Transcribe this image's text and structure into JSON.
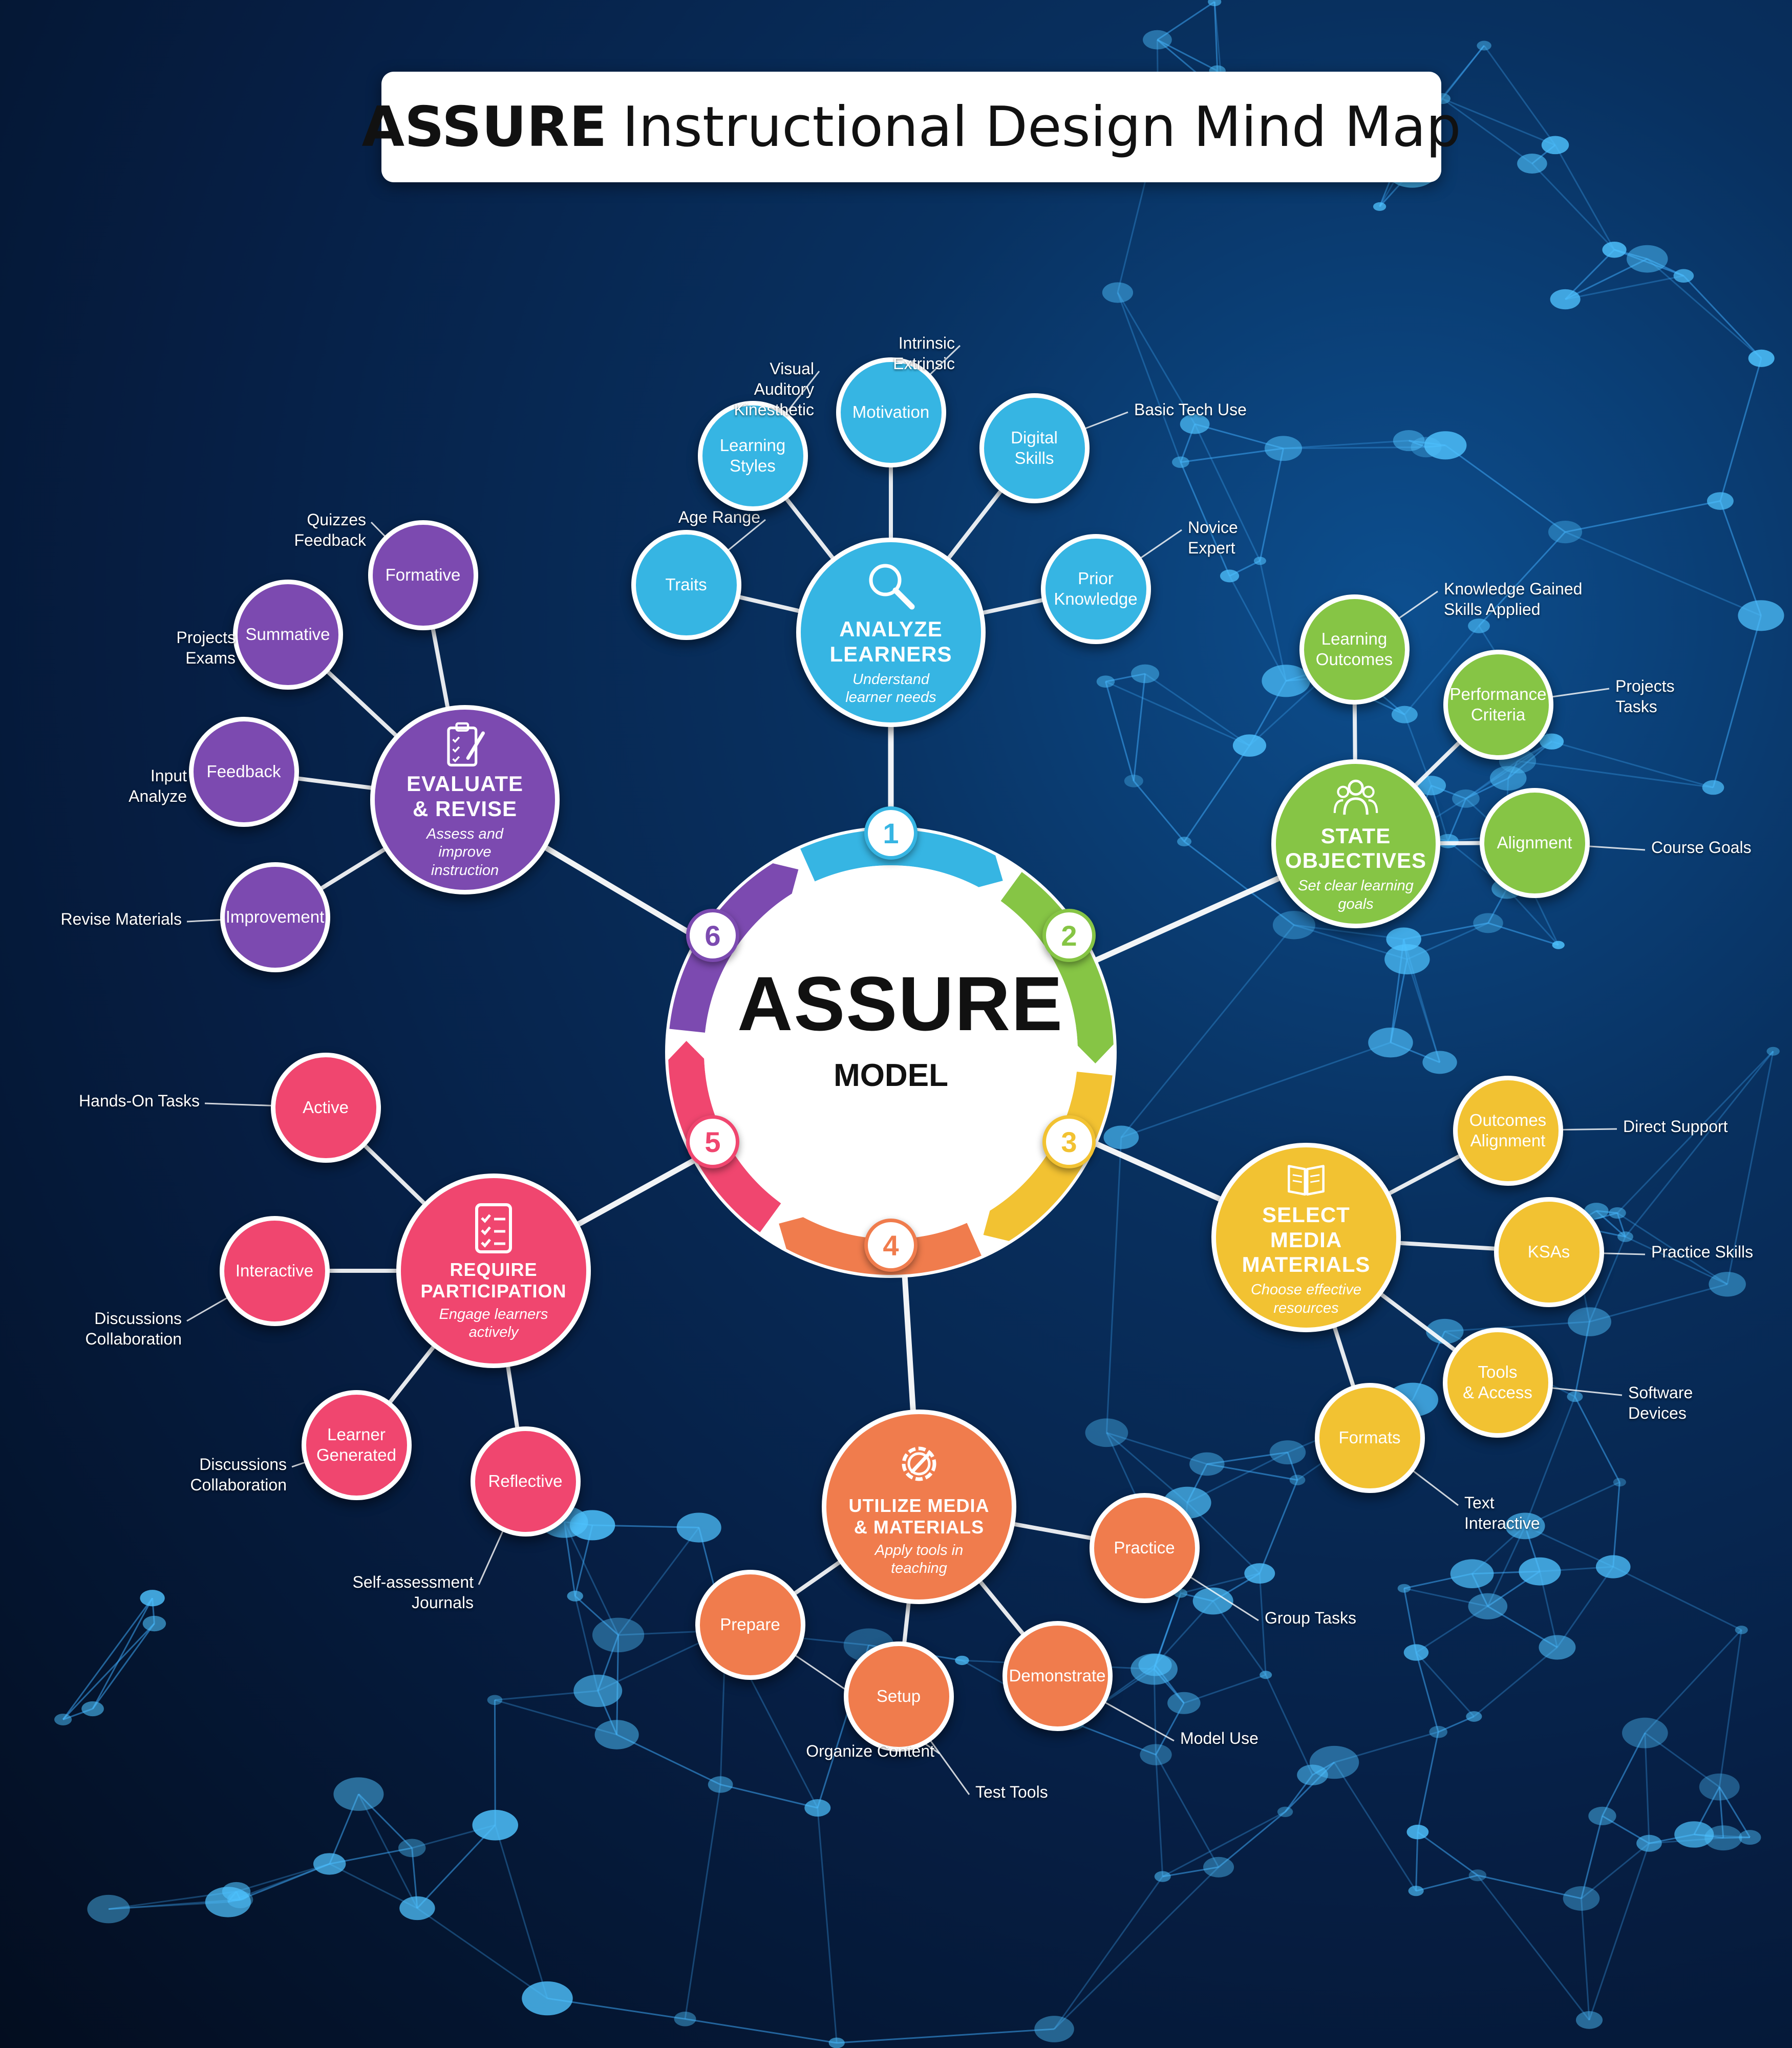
{
  "title": {
    "bold": "ASSURE",
    "rest": "Instructional Design Mind Map"
  },
  "center": {
    "title": "ASSURE",
    "subtitle": "MODEL"
  },
  "steps": [
    "1",
    "2",
    "3",
    "4",
    "5",
    "6"
  ],
  "colors": {
    "blue": "#36b5e3",
    "green": "#86c545",
    "yellow": "#f2c232",
    "orange": "#f07c4d",
    "pink": "#f0466f",
    "purple": "#7c4ab0"
  },
  "branches": {
    "analyze": {
      "title": "ANALYZE\nLEARNERS",
      "subtitle": "Understand\nlearner needs",
      "icon": "magnifier-icon",
      "subs": [
        {
          "label": "Traits",
          "leaf": "Age Range"
        },
        {
          "label": "Learning\nStyles",
          "leaf": "Visual\nAuditory\nKinesthetic"
        },
        {
          "label": "Motivation",
          "leaf": "Intrinsic\nExtrinsic"
        },
        {
          "label": "Digital\nSkills",
          "leaf": "Basic Tech Use"
        },
        {
          "label": "Prior\nKnowledge",
          "leaf": "Novice\nExpert"
        }
      ]
    },
    "objectives": {
      "title": "STATE\nOBJECTIVES",
      "subtitle": "Set clear learning\ngoals",
      "icon": "people-group-icon",
      "subs": [
        {
          "label": "Learning\nOutcomes",
          "leaf": "Knowledge Gained\nSkills Applied"
        },
        {
          "label": "Performance\nCriteria",
          "leaf": "Projects\nTasks"
        },
        {
          "label": "Alignment",
          "leaf": "Course Goals"
        }
      ]
    },
    "select": {
      "title": "SELECT MEDIA\nMATERIALS",
      "subtitle": "Choose effective\nresources",
      "icon": "open-book-icon",
      "subs": [
        {
          "label": "Outcomes\nAlignment",
          "leaf": "Direct Support"
        },
        {
          "label": "KSAs",
          "leaf": "Practice Skills"
        },
        {
          "label": "Tools\n& Access",
          "leaf": "Software\nDevices"
        },
        {
          "label": "Formats",
          "leaf": "Text\nInteractive"
        }
      ]
    },
    "utilize": {
      "title": "UTILIZE MEDIA\n& MATERIALS",
      "subtitle": "Apply tools in\nteaching",
      "icon": "gear-pen-icon",
      "subs": [
        {
          "label": "Practice",
          "leaf": "Group Tasks"
        },
        {
          "label": "Demonstrate",
          "leaf": "Model Use"
        },
        {
          "label": "Setup",
          "leaf": "Test Tools"
        },
        {
          "label": "Prepare",
          "leaf": "Organize Content"
        }
      ]
    },
    "require": {
      "title": "REQUIRE\nPARTICIPATION",
      "subtitle": "Engage learners\nactively",
      "icon": "checklist-icon",
      "subs": [
        {
          "label": "Active",
          "leaf": "Hands-On Tasks"
        },
        {
          "label": "Interactive",
          "leaf": "Discussions\nCollaboration"
        },
        {
          "label": "Learner\nGenerated",
          "leaf": "Discussions\nCollaboration"
        },
        {
          "label": "Reflective",
          "leaf": "Self-assessment\nJournals"
        }
      ]
    },
    "evaluate": {
      "title": "EVALUATE\n& REVISE",
      "subtitle": "Assess and\nimprove\ninstruction",
      "icon": "clipboard-pen-icon",
      "subs": [
        {
          "label": "Formative",
          "leaf": "Quizzes\nFeedback"
        },
        {
          "label": "Summative",
          "leaf": "Projects\nExams"
        },
        {
          "label": "Feedback",
          "leaf": "Input\nAnalyze"
        },
        {
          "label": "Improvement",
          "leaf": "Revise Materials"
        }
      ]
    }
  }
}
